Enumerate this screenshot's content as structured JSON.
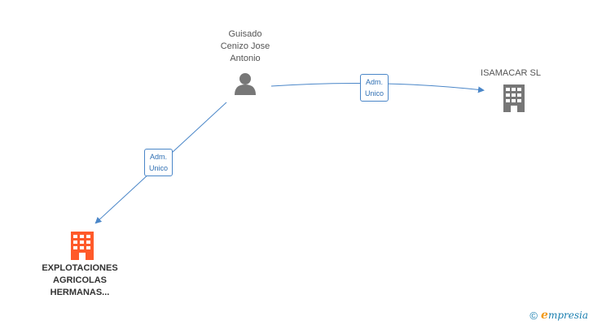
{
  "nodes": {
    "person": {
      "label": "Guisado\nCenizo Jose\nAntonio",
      "icon": "person-icon",
      "color": "#777777"
    },
    "isamacar": {
      "label": "ISAMACAR SL",
      "icon": "building-icon",
      "color": "#777777"
    },
    "explotaciones": {
      "label": "EXPLOTACIONES\nAGRICOLAS\nHERMANAS...",
      "icon": "building-icon",
      "color": "#ff5a2a"
    }
  },
  "edges": [
    {
      "from": "person",
      "to": "isamacar",
      "label": "Adm.\nUnico"
    },
    {
      "from": "person",
      "to": "explotaciones",
      "label": "Adm.\nUnico"
    }
  ],
  "colors": {
    "edge": "#4a86c8",
    "label_text": "#2f6fb3"
  },
  "watermark": {
    "copyright": "©",
    "brand_first": "e",
    "brand_rest": "mpresia"
  }
}
